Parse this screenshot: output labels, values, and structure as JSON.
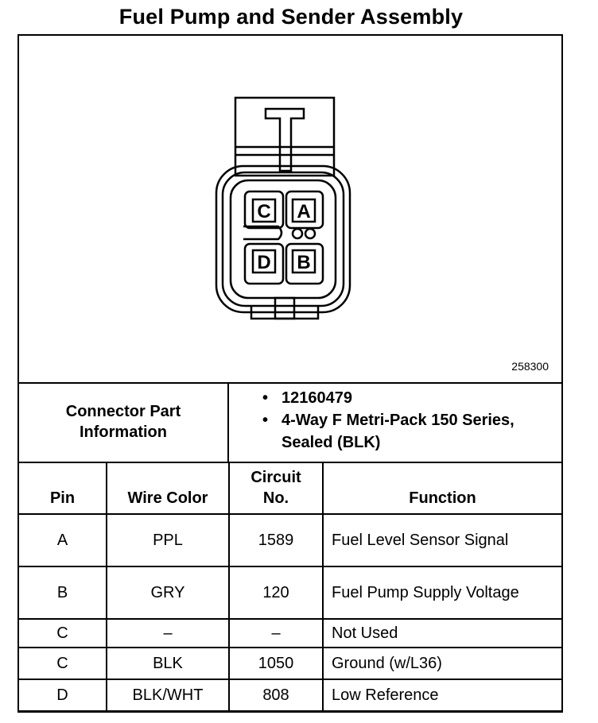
{
  "title": "Fuel Pump and Sender Assembly",
  "figure_number": "258300",
  "connector": {
    "pin_labels": [
      "C",
      "A",
      "D",
      "B"
    ]
  },
  "connector_info": {
    "label": "Connector Part Information",
    "items": [
      "12160479",
      "4-Way F Metri-Pack 150 Series, Sealed (BLK)"
    ],
    "bullet": "•"
  },
  "table": {
    "headers": {
      "pin": "Pin",
      "wire_color": "Wire Color",
      "circuit_no": "Circuit No.",
      "function": "Function"
    },
    "rows": [
      {
        "pin": "A",
        "wire_color": "PPL",
        "circuit": "1589",
        "function": "Fuel Level Sensor Signal"
      },
      {
        "pin": "B",
        "wire_color": "GRY",
        "circuit": "120",
        "function": "Fuel Pump Supply Voltage"
      },
      {
        "pin": "C",
        "wire_color": "–",
        "circuit": "–",
        "function": "Not Used"
      },
      {
        "pin": "C",
        "wire_color": "BLK",
        "circuit": "1050",
        "function": "Ground (w/L36)"
      },
      {
        "pin": "D",
        "wire_color": "BLK/WHT",
        "circuit": "808",
        "function": "Low Reference"
      }
    ]
  }
}
